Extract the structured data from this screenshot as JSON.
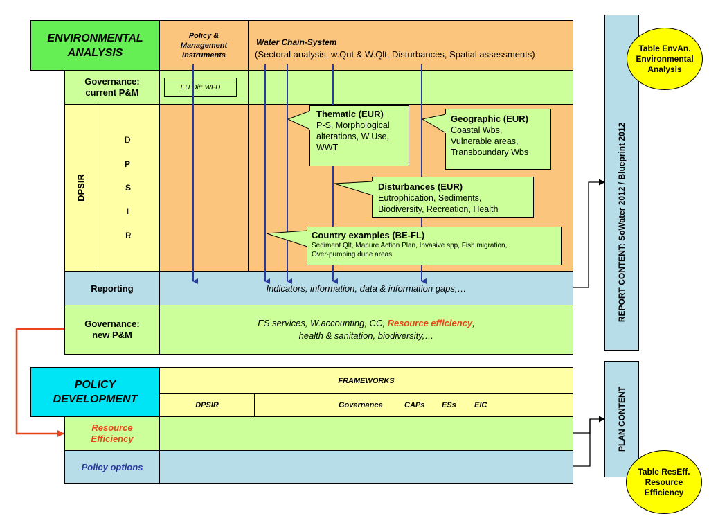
{
  "env_analysis": {
    "title": "ENVIRONMENTAL ANALYSIS",
    "policy_instruments": "Policy & Management Instruments",
    "water_chain_title": "Water Chain-System",
    "water_chain_sub": "(Sectoral analysis, w.Qnt & W.Qlt, Disturbances, Spatial assessments)",
    "governance_current": "Governance: current P&M",
    "eu_dir": "EU Dir: WFD",
    "dpsir": "DPSIR",
    "dpsir_letters": [
      "D",
      "P",
      "S",
      "I",
      "R"
    ],
    "reporting": "Reporting",
    "reporting_text": "Indicators, information, data & information gaps,…",
    "governance_new": "Governance: new P&M",
    "new_pm_line1_a": "ES services, W.accounting, CC, ",
    "new_pm_line1_b": "Resource efficiency",
    "new_pm_line1_c": ",",
    "new_pm_line2": "health & sanitation, biodiversity,…"
  },
  "callouts": {
    "thematic": {
      "title": "Thematic (EUR)",
      "lines": [
        "P-S, Morphological",
        "alterations, W.Use,",
        "WWT"
      ]
    },
    "geographic": {
      "title": "Geographic (EUR)",
      "lines": [
        "Coastal Wbs,",
        "Vulnerable areas,",
        "Transboundary Wbs"
      ]
    },
    "disturbances": {
      "title": "Disturbances (EUR)",
      "lines": [
        "Eutrophication, Sediments,",
        "Biodiversity, Recreation, Health"
      ]
    },
    "country": {
      "title": "Country examples (BE-FL)",
      "lines": [
        "Sediment Qlt, Manure Action Plan, Invasive spp, Fish migration,",
        "Over-pumping dune areas"
      ]
    }
  },
  "report_content": "REPORT CONTENT: SoWater 2012 / Blueprint 2012",
  "table_envan": "Table EnvAn. Environmental Analysis",
  "policy_dev": {
    "title": "POLICY DEVELOPMENT",
    "frameworks": "FRAMEWORKS",
    "dpsir": "DPSIR",
    "governance": "Governance",
    "caps": "CAPs",
    "ess": "ESs",
    "eic": "EIC",
    "resource_efficiency": "Resource Efficiency",
    "policy_options": "Policy options"
  },
  "plan_content": "PLAN CONTENT",
  "table_reseff": "Table ResEff. Resource Efficiency",
  "colors": {
    "green_header": "#66ee55",
    "orange": "#fcc57e",
    "light_green": "#ccff99",
    "light_blue": "#b7dde8",
    "cyan": "#00e5f5",
    "yellow_circle": "#ffff00",
    "arrow_blue": "#2b3a9e",
    "arrow_red": "#e8461a"
  }
}
